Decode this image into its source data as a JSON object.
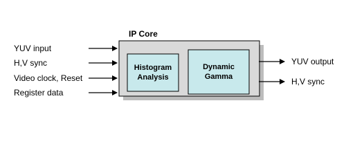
{
  "core_title": "IP Core",
  "inputs": [
    {
      "label": "YUV input"
    },
    {
      "label": "H,V sync"
    },
    {
      "label": "Video clock, Reset"
    },
    {
      "label": "Register data"
    }
  ],
  "outputs": [
    {
      "label": "YUV output"
    },
    {
      "label": "H,V sync"
    }
  ],
  "blocks": {
    "histogram": {
      "line1": "Histogram",
      "line2": "Analysis"
    },
    "gamma": {
      "line1": "Dynamic",
      "line2": "Gamma"
    }
  },
  "colors": {
    "core_fill": "#d9d9d9",
    "core_shadow": "#bcbcbc",
    "block_fill": "#c8e9ec",
    "stroke": "#000000"
  }
}
